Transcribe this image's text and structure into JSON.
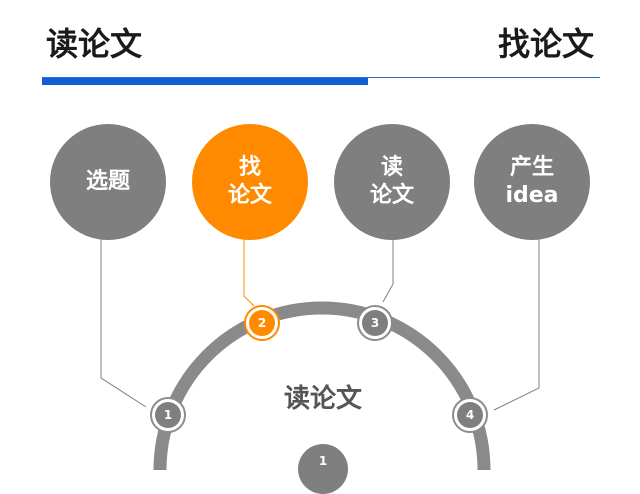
{
  "header": {
    "title_left": "读论文",
    "title_right": "找论文"
  },
  "steps": [
    {
      "line1": "选题",
      "line2": ""
    },
    {
      "line1": "找",
      "line2": "论文"
    },
    {
      "line1": "读",
      "line2": "论文"
    },
    {
      "line1": "产生",
      "line2": "idea"
    }
  ],
  "arc": {
    "center_label": "读论文",
    "markers": [
      "1",
      "2",
      "3",
      "4"
    ],
    "bottom_marker": "1"
  },
  "colors": {
    "accent": "#ff8a00",
    "gray": "#7f7f7f",
    "blue": "#0f5fd6"
  }
}
